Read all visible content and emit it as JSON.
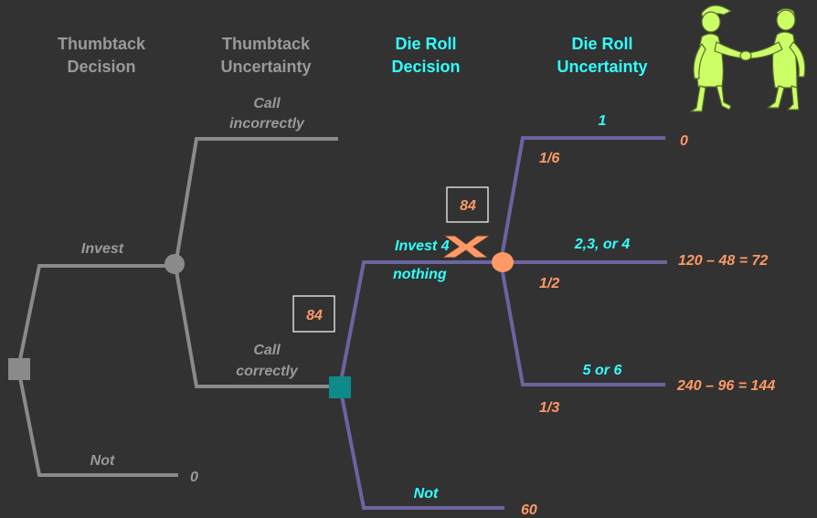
{
  "colors": {
    "background": "#323232",
    "gray_branch": "#8a8a8a",
    "purple_branch": "#6b64a0",
    "cyan_text": "#33ffff",
    "orange_text": "#ff9966",
    "gray_text": "#9a9a9a",
    "decision_node_gray": "#8a8a8a",
    "decision_node_teal": "#0f8a8a",
    "chance_node_gray": "#8a8a8a",
    "chance_node_orange": "#ff9966",
    "figure_color": "#ccff66",
    "figure_outline": "#556b2f"
  },
  "headers": {
    "thumbtack_decision": [
      "Thumbtack",
      "Decision"
    ],
    "thumbtack_uncertainty": [
      "Thumbtack",
      "Uncertainty"
    ],
    "die_decision": [
      "Die Roll",
      "Decision"
    ],
    "die_uncertainty": [
      "Die Roll",
      "Uncertainty"
    ]
  },
  "branches": {
    "invest": "Invest",
    "not_top": "Not",
    "zero_payoff": "0",
    "call_incorrectly": [
      "Call",
      "incorrectly"
    ],
    "call_correctly": [
      "Call",
      "correctly"
    ],
    "invest_4": "Invest 4",
    "nothing": "nothing",
    "not_die": "Not",
    "not_die_payoff": "60"
  },
  "values": {
    "box_thumbtack": "84",
    "box_die": "84"
  },
  "die_outcomes": [
    {
      "label": "1",
      "prob": "1/6",
      "payoff": "0"
    },
    {
      "label": "2,3, or 4",
      "prob": "1/2",
      "payoff": "120 – 48 = 72"
    },
    {
      "label": "5 or 6",
      "prob": "1/3",
      "payoff": "240  – 96 = 144"
    }
  ],
  "icons": {
    "strike": "x-mark-icon",
    "figures": "handshake-figures-icon"
  }
}
